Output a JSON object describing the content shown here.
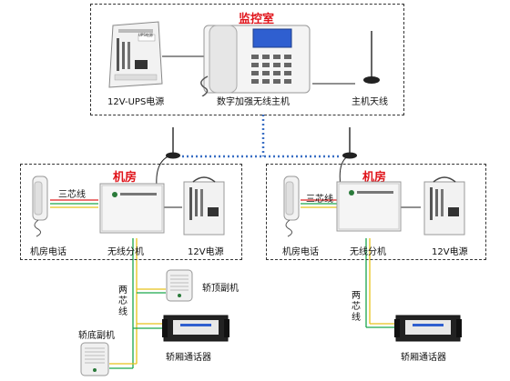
{
  "control_room": {
    "title": "监控室",
    "ups_label": "12V-UPS电源",
    "host_label": "数字加强无线主机",
    "antenna_label": "主机天线",
    "ups_face_text": "UPS电源"
  },
  "machine_rooms": [
    {
      "title": "机房",
      "cable_label": "三芯线",
      "phone_label": "机房电话",
      "splitter_label": "无线分机",
      "power_label": "12V电源",
      "two_core_label": [
        "两",
        "芯",
        "线"
      ]
    },
    {
      "title": "机房",
      "cable_label": "三芯线",
      "phone_label": "机房电话",
      "splitter_label": "无线分机",
      "power_label": "12V电源",
      "two_core_label": [
        "两",
        "芯",
        "线"
      ]
    }
  ],
  "car_devices": {
    "car_top_label": "轿顶副机",
    "car_bottom_label": "轿底副机",
    "car_intercom_label_1": "轿厢通话器",
    "car_intercom_label_2": "轿厢通话器"
  },
  "colors": {
    "title_red": "#e0141b",
    "wireless_link": "#3a6fc4",
    "wire_red": "#e02020",
    "wire_green": "#1aa64a",
    "wire_yellow": "#e8c21a"
  }
}
